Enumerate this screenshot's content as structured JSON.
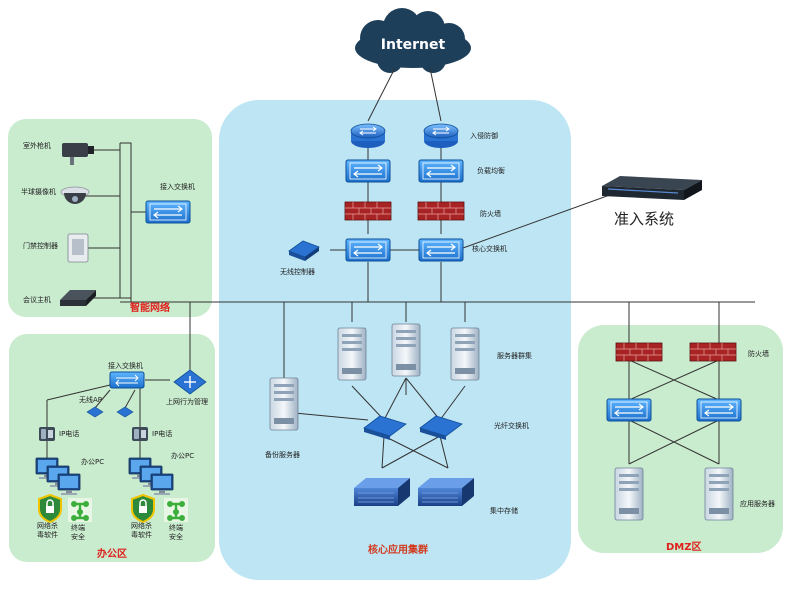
{
  "zones": {
    "smart": "智能网络",
    "office": "办公区",
    "core": "核心应用集群",
    "dmz": "DMZ区"
  },
  "internet": "Internet",
  "labels": {
    "outdoor_cam": "室外枪机",
    "dome_cam": "半球摄像机",
    "door_ctrl": "门禁控制器",
    "meeting_host": "会议主机",
    "access_switch_top": "接入交换机",
    "access_switch_office": "接入交换机",
    "behavior_mgmt": "上网行为管理",
    "wireless_ap": "无线AP",
    "ip_phone_1": "IP电话",
    "ip_phone_2": "IP电话",
    "office_pc_1": "办公PC",
    "office_pc_2": "办公PC",
    "antivirus_1": "网络杀毒软件",
    "antivirus_2": "网络杀毒软件",
    "endpoint_1": "终端安全",
    "endpoint_2": "终端安全",
    "ips": "入侵防御",
    "load_balance": "负载均衡",
    "firewall": "防火墙",
    "core_switch": "核心交换机",
    "wireless_ctrl": "无线控制器",
    "nac": "准入系统",
    "server_cluster": "服务器群集",
    "backup_server": "备份服务器",
    "storage_switch": "光纤交换机",
    "central_storage": "集中存储",
    "dmz_firewall": "防火墙",
    "app_server": "应用服务器"
  },
  "colors": {
    "green_zone": "#c9ebce",
    "core_zone": "#bde5f4",
    "cloud": "#1e3f5a",
    "device_blue": "#2f7fd6",
    "firewall_red": "#b42525",
    "zone_text": "#e0201b"
  }
}
